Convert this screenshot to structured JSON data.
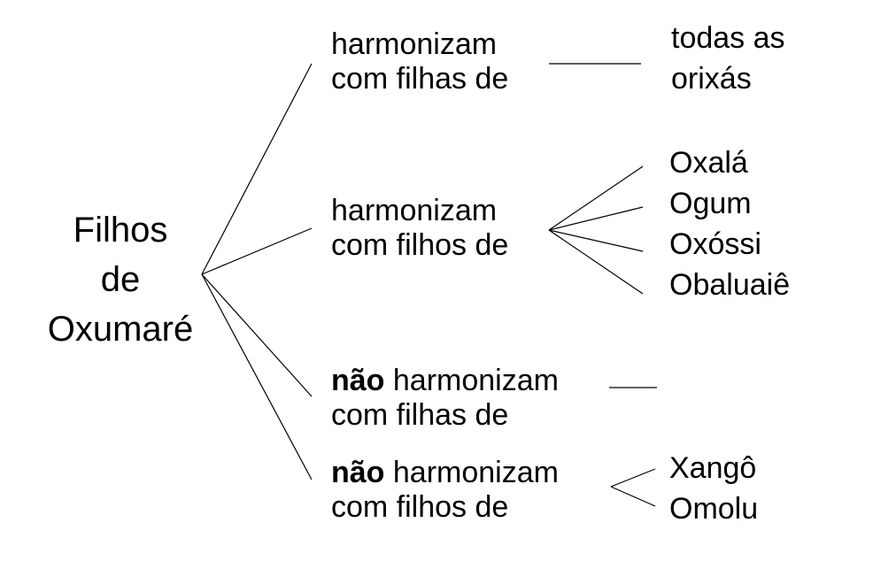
{
  "root": {
    "lines": [
      "Filhos",
      "de",
      "Oxumaré"
    ]
  },
  "branches": [
    {
      "id": "b1",
      "prefix": "",
      "line1": "harmonizam",
      "line2": "com filhas de",
      "targets": [
        "todas as",
        "orixás"
      ]
    },
    {
      "id": "b2",
      "prefix": "",
      "line1": "harmonizam",
      "line2": "com filhos de",
      "targets": [
        "Oxalá",
        "Ogum",
        "Oxóssi",
        "Obaluaiê"
      ]
    },
    {
      "id": "b3",
      "prefix": "não",
      "line1": " harmonizam",
      "line2": "com filhas de",
      "targets": []
    },
    {
      "id": "b4",
      "prefix": "não",
      "line1": " harmonizam",
      "line2": "com filhos de",
      "targets": [
        "Xangô",
        "Omolu"
      ]
    }
  ],
  "colors": {
    "text": "#000000",
    "lines": "#000000",
    "background": "#ffffff"
  }
}
